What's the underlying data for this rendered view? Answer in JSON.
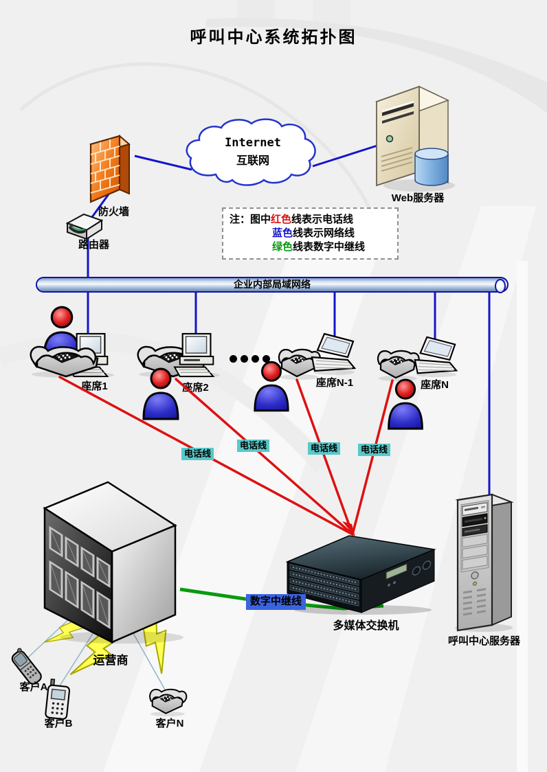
{
  "title": "呼叫中心系统拓扑图",
  "internet_cloud": {
    "line1": "Internet",
    "line2": "互联网"
  },
  "legend": {
    "note_prefix": "注：图中",
    "items": [
      {
        "color_word": "红色",
        "rest": "线表示电话线",
        "color": "#dd1111"
      },
      {
        "color_word": "蓝色",
        "rest": "线表示网络线",
        "color": "#1515cc"
      },
      {
        "color_word": "绿色",
        "rest": "线表数字中继线",
        "color": "#0a9a10"
      }
    ]
  },
  "nodes": {
    "web_server": "Web服务器",
    "firewall": "防火墙",
    "router": "路由器",
    "lan": "企业内部局域网络",
    "agent1": "座席1",
    "agent2": "座席2",
    "agentN1": "座席N-1",
    "agentN": "座席N",
    "switch": "多媒体交换机",
    "call_center_server": "呼叫中心服务器",
    "carrier": "运营商",
    "clientA": "客户A",
    "clientB": "客户B",
    "clientN": "客户N"
  },
  "connection_labels": {
    "phone_line": [
      "电话线",
      "电话线",
      "电话线",
      "电话线"
    ],
    "digital_trunk": "数字中继线"
  },
  "colors": {
    "phone_line": "#dd1111",
    "network_line": "#1414cc",
    "digital_trunk_line": "#0a9a10",
    "phone_label_bg": "#58c8c8",
    "trunk_label_bg": "#3c63df",
    "lan_pipe_border": "#1212a8"
  },
  "icons": [
    "internet-cloud-icon",
    "web-server-icon",
    "firewall-icon",
    "router-icon",
    "lan-pipe",
    "agent-person-icon",
    "desk-phone-icon",
    "desktop-computer-icon",
    "laptop-icon",
    "carrier-building-icon",
    "media-switch-icon",
    "tower-server-icon",
    "flip-phone-icon",
    "mobile-phone-icon",
    "lightning-bolt-icon"
  ]
}
